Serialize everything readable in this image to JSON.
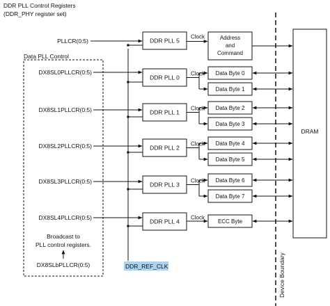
{
  "header": {
    "line1": "DDR PLL Control Registers",
    "line2": "(DDR_PHY register set)"
  },
  "pllcr_label": "PLLCR(0:5)",
  "data_pll_control": {
    "title": "Data PLL Control",
    "registers": [
      "DX8SL0PLLCR(0:5)",
      "DX8SL1PLLCR(0:5)",
      "DX8SL2PLLCR(0:5)",
      "DX8SL3PLLCR(0:5)",
      "DX8SL4PLLCR(0:5)"
    ],
    "broadcast_line1": "Broadcast to",
    "broadcast_line2": "PLL control registers.",
    "broadcast_register": "DX8SLbPLLCR(0:5)"
  },
  "plls": [
    {
      "name": "DDR PLL 5",
      "clock": "Clock",
      "outputs": [
        "Address",
        "and",
        "Command"
      ]
    },
    {
      "name": "DDR PLL 0",
      "clock": "Clock",
      "outputs": [
        "Data Byte 0",
        "Data Byte 1"
      ]
    },
    {
      "name": "DDR PLL 1",
      "clock": "Clock",
      "outputs": [
        "Data Byte 2",
        "Data Byte 3"
      ]
    },
    {
      "name": "DDR PLL 2",
      "clock": "Clock",
      "outputs": [
        "Data Byte 4",
        "Data Byte 5"
      ]
    },
    {
      "name": "DDR PLL 3",
      "clock": "Clock",
      "outputs": [
        "Data Byte 6",
        "Data Byte 7"
      ]
    },
    {
      "name": "DDR PLL 4",
      "clock": "Clock",
      "outputs": [
        "ECC Byte"
      ]
    }
  ],
  "ref_clk": {
    "label": "DDR_REF_CLK",
    "highlight_color": "#a9d3ee"
  },
  "device_boundary": "Device Boundary",
  "dram": "DRAM",
  "colors": {
    "line": "#111111",
    "background": "#ffffff"
  }
}
